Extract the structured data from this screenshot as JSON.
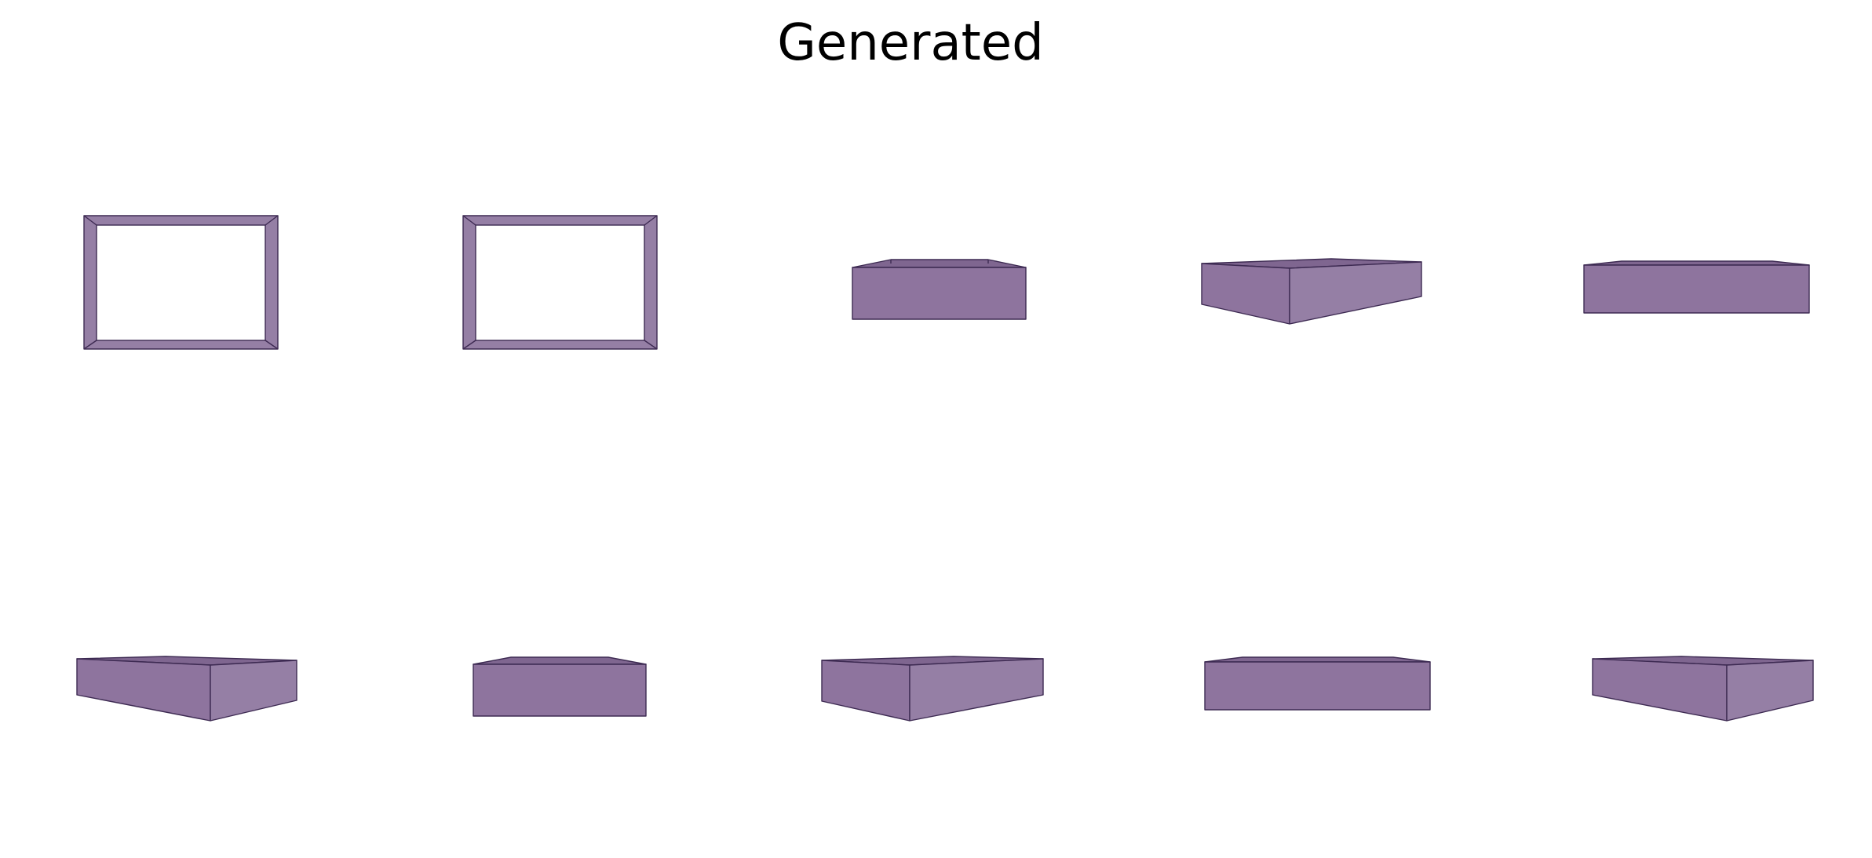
{
  "title": "Generated",
  "colors": {
    "box_fill": "#8e749e",
    "box_edge": "#3d2a52",
    "background": "#ffffff"
  },
  "views": [
    {
      "row": 1,
      "col": 1,
      "kind": "top-frame"
    },
    {
      "row": 1,
      "col": 2,
      "kind": "top-frame"
    },
    {
      "row": 1,
      "col": 3,
      "kind": "front-box"
    },
    {
      "row": 1,
      "col": 4,
      "kind": "corner-box"
    },
    {
      "row": 1,
      "col": 5,
      "kind": "front-box-wide"
    },
    {
      "row": 2,
      "col": 1,
      "kind": "corner-box"
    },
    {
      "row": 2,
      "col": 2,
      "kind": "front-box"
    },
    {
      "row": 2,
      "col": 3,
      "kind": "corner-box"
    },
    {
      "row": 2,
      "col": 4,
      "kind": "front-box-wide"
    },
    {
      "row": 2,
      "col": 5,
      "kind": "corner-box"
    }
  ]
}
